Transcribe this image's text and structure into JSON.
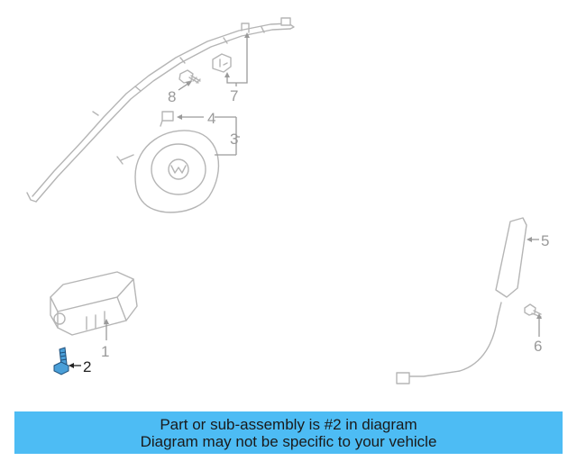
{
  "banner": {
    "line1": "Part or sub-assembly is #2 in diagram",
    "line2": "Diagram may not be specific to your vehicle",
    "background": "#4dbcf4"
  },
  "highlight_color": "#4a9fd8",
  "callouts": {
    "c1": "1",
    "c2": "2",
    "c3": "3",
    "c4": "4",
    "c5": "5",
    "c6": "6",
    "c7": "7",
    "c8": "8"
  },
  "highlighted_callout": "2"
}
